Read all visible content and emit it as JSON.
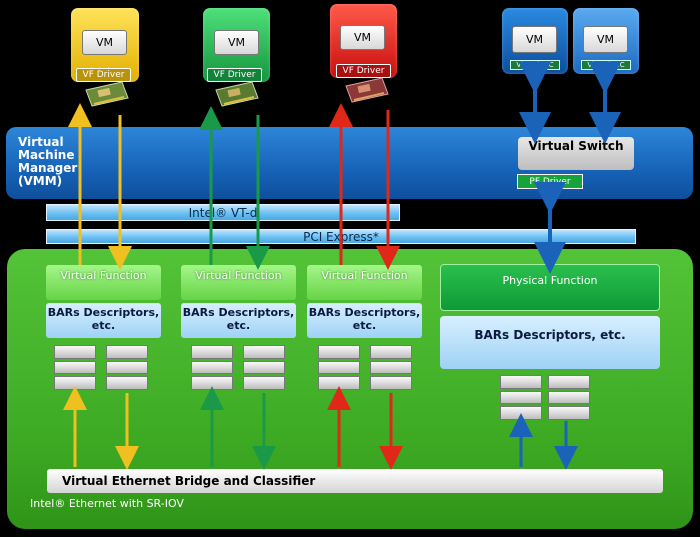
{
  "vms": [
    {
      "label": "VM",
      "driver": "VF Driver",
      "color": "#e8c01a"
    },
    {
      "label": "VM",
      "driver": "VF Driver",
      "color": "#1fa24a"
    },
    {
      "label": "VM",
      "driver": "VF Driver",
      "color": "#d42020"
    }
  ],
  "switch_vms": [
    {
      "label": "VM",
      "nic": "Virtual NIC"
    },
    {
      "label": "VM",
      "nic": "Virtual NIC"
    }
  ],
  "vmm": {
    "label": "Virtual Machine Manager (VMM)",
    "virtual_switch": "Virtual Switch",
    "pf_driver": "PF Driver"
  },
  "vtd_label": "Intel® VT-d",
  "pcie_label": "PCI Express*",
  "virtual_functions": [
    {
      "function": "Virtual Function",
      "bars": "BARs Descriptors, etc."
    },
    {
      "function": "Virtual Function",
      "bars": "BARs Descriptors, etc."
    },
    {
      "function": "Virtual Function",
      "bars": "BARs Descriptors, etc."
    }
  ],
  "physical_function": {
    "function": "Physical Function",
    "bars": "BARs Descriptors, etc."
  },
  "bridge_label": "Virtual Ethernet Bridge and Classifier",
  "nic_label": "Intel® Ethernet with SR-IOV",
  "colors": {
    "yellow": "#f0c020",
    "green": "#1a9a48",
    "red": "#e02818",
    "blue": "#1b63b8"
  }
}
